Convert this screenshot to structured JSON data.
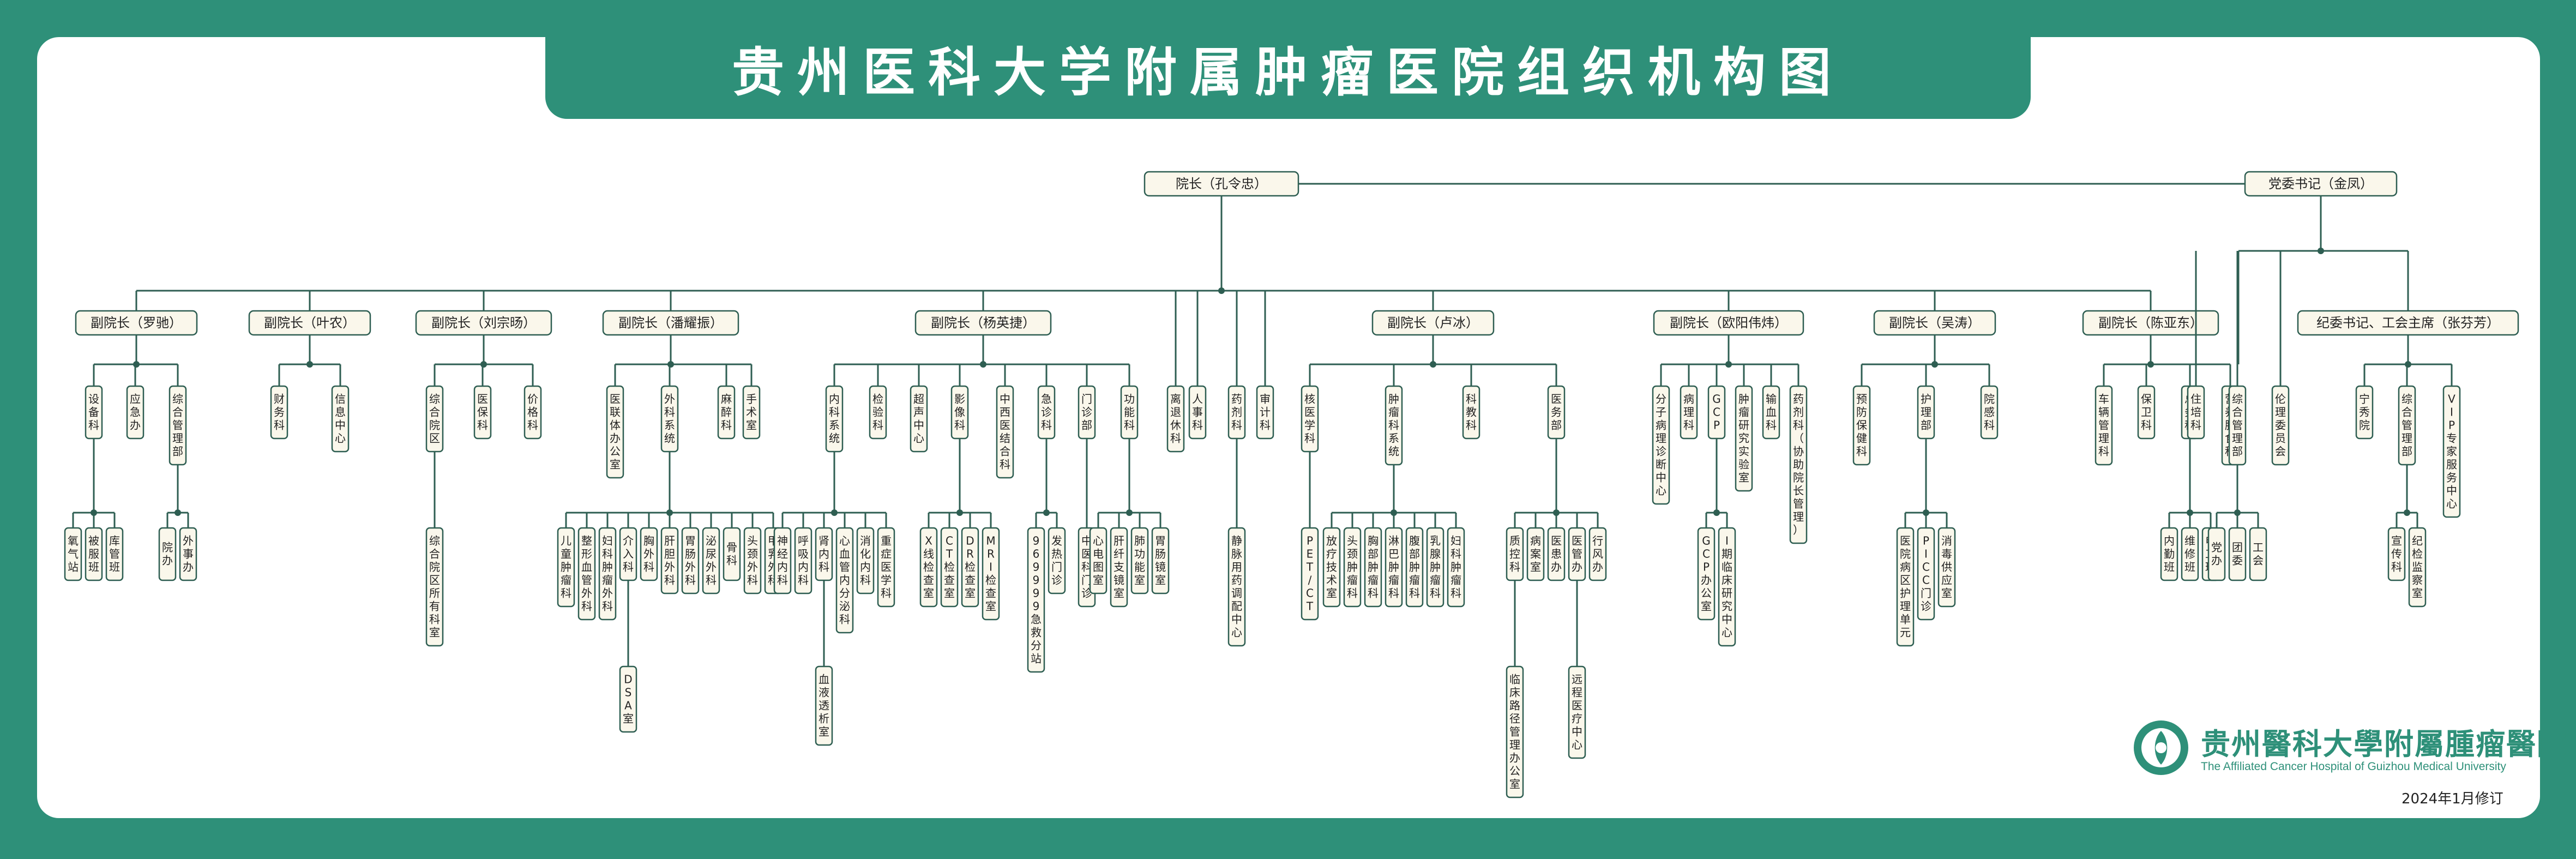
{
  "title": "贵州医科大学附属肿瘤医院组织机构图",
  "colors": {
    "brand": "#2e9079",
    "box_fill": "#faf7eb",
    "line": "#2e5e52"
  },
  "president": "院长（孔令忠）",
  "party_secretary": "党委书记（金凤）",
  "vice_presidents": [
    {
      "label": "副院长（罗驰）",
      "children": [
        {
          "label": "设备科",
          "children": [
            "氧气站",
            "被服班",
            "库管班"
          ]
        },
        {
          "label": "应急办",
          "children": []
        },
        {
          "label": "综合管理部",
          "children": [
            "院办",
            "外事办"
          ]
        }
      ]
    },
    {
      "label": "副院长（叶农）",
      "children": [
        {
          "label": "财务科",
          "children": []
        },
        {
          "label": "信息中心",
          "children": []
        }
      ]
    },
    {
      "label": "副院长（刘宗旸）",
      "children": [
        {
          "label": "综合院区",
          "children": [
            "综合院区所有科室"
          ]
        },
        {
          "label": "医保科",
          "children": []
        },
        {
          "label": "价格科",
          "children": []
        }
      ]
    },
    {
      "label": "副院长（潘耀振）",
      "children": [
        {
          "label": "医联体办公室",
          "children": []
        },
        {
          "label": "外科系统",
          "children": [
            "儿童肿瘤科",
            "整形血管外科",
            "妇科肿瘤外科",
            "介入科",
            "胸外科",
            "肝胆外科",
            "胃肠外科",
            "泌尿外科",
            "骨科",
            "头颈外科",
            "甲乳外科"
          ],
          "grandchildren": {
            "介入科": "DSA室"
          }
        },
        {
          "label": "麻醉科",
          "children": []
        },
        {
          "label": "手术室",
          "children": []
        }
      ]
    },
    {
      "label": "副院长（杨英捷）",
      "children": [
        {
          "label": "内科系统",
          "children": [
            "神经内科",
            "呼吸内科",
            "肾内科",
            "心血管内分泌科",
            "消化内科",
            "重症医学科"
          ],
          "grandchildren": {
            "肾内科": "血液透析室"
          }
        },
        {
          "label": "检验科",
          "children": []
        },
        {
          "label": "超声中心",
          "children": []
        },
        {
          "label": "影像科",
          "children": [
            "X线检查室",
            "CT检查室",
            "DR检查室",
            "MRI检查室"
          ]
        },
        {
          "label": "中西医结合科",
          "children": []
        },
        {
          "label": "急诊科",
          "children": [
            "969999急救分站",
            "发热门诊"
          ]
        },
        {
          "label": "门诊部",
          "children": [
            "中医科门诊"
          ]
        },
        {
          "label": "功能科",
          "children": [
            "心电图室",
            "肝纤支镜室",
            "肺功能室",
            "胃肠镜室"
          ]
        }
      ]
    },
    {
      "label": "",
      "direct": true,
      "children": [
        {
          "label": "离退休科",
          "children": []
        },
        {
          "label": "人事科",
          "children": []
        },
        {
          "label": "药剂科",
          "children": [
            "静脉用药调配中心"
          ]
        },
        {
          "label": "审计科",
          "children": []
        }
      ]
    },
    {
      "label": "副院长（卢冰）",
      "children": [
        {
          "label": "核医学科",
          "children": [
            "PET/CT"
          ]
        },
        {
          "label": "肿瘤科系统",
          "children": [
            "放疗技术室",
            "头颈肿瘤科",
            "胸部肿瘤科",
            "淋巴肿瘤科",
            "腹部肿瘤科",
            "乳腺肿瘤科",
            "妇科肿瘤科"
          ]
        },
        {
          "label": "科教科",
          "children": []
        },
        {
          "label": "医务部",
          "children": [
            "质控科",
            "病案室",
            "医患办",
            "医管办",
            "行风办"
          ],
          "grandchildren": {
            "质控科": "临床路径管理办公室",
            "医管办": "远程医疗中心"
          }
        }
      ]
    },
    {
      "label": "副院长（欧阳伟炜）",
      "children": [
        {
          "label": "分子病理诊断中心",
          "children": []
        },
        {
          "label": "病理科",
          "children": []
        },
        {
          "label": "GCP",
          "children": [
            "GCP办公室",
            "I期临床研究中心"
          ]
        },
        {
          "label": "肿瘤研究实验室",
          "children": []
        },
        {
          "label": "输血科",
          "children": []
        },
        {
          "label": "药剂科（协助院长管理）",
          "children": []
        }
      ]
    },
    {
      "label": "副院长（吴涛）",
      "children": [
        {
          "label": "预防保健科",
          "children": []
        },
        {
          "label": "护理部",
          "children": [
            "医院病区护理单元",
            "PICC门诊",
            "消毒供应室"
          ]
        },
        {
          "label": "院感科",
          "children": []
        }
      ]
    },
    {
      "label": "副院长（陈亚东）",
      "children": [
        {
          "label": "车辆管理科",
          "children": []
        },
        {
          "label": "保卫科",
          "children": []
        },
        {
          "label": "总务科",
          "children": [
            "内勤班",
            "维修班",
            "电工班"
          ]
        },
        {
          "label": "营养膳食科",
          "children": []
        }
      ]
    }
  ],
  "party_branch": [
    {
      "label": "",
      "direct": true,
      "children": [
        {
          "label": "住培科",
          "children": []
        },
        {
          "label": "综合管理部",
          "children": [
            "党办",
            "团委",
            "工会"
          ]
        },
        {
          "label": "伦理委员会",
          "children": []
        }
      ]
    },
    {
      "label": "纪委书记、工会主席（张芬芳）",
      "children": [
        {
          "label": "宁秀院",
          "children": []
        },
        {
          "label": "综合管理部",
          "children": [
            "宣传科",
            "纪检监察室"
          ]
        },
        {
          "label": "VIP专家服务中心",
          "children": []
        }
      ]
    }
  ],
  "logo": {
    "name_cn": "贵州醫科大學附屬腫瘤醫院",
    "name_en": "The Affiliated Cancer Hospital of Guizhou Medical University",
    "icon": "hospital-emblem-icon"
  },
  "revised": "2024年1月修订"
}
